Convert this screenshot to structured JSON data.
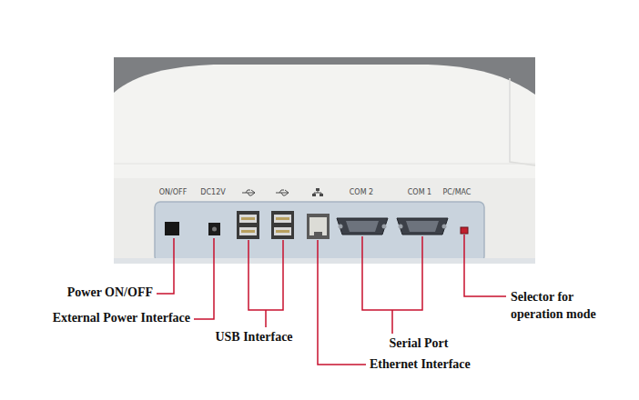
{
  "diagram": {
    "labels": [
      "ON/OFF",
      "DC12V",
      "COM 2",
      "COM 1",
      "PC/MAC",
      "Power ON/OFF",
      "External Power Interface",
      "USB Interface",
      "Serial Port",
      "Ethernet Interface",
      "Selector for operation mode"
    ]
  }
}
